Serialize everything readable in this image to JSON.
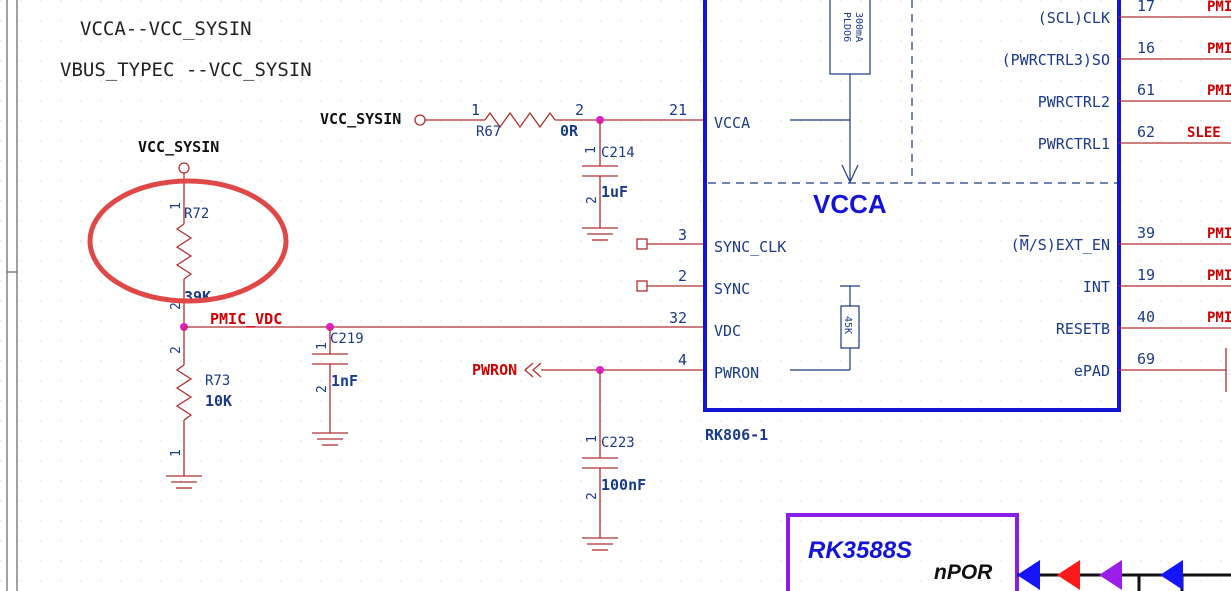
{
  "notes": {
    "line1": "VCCA--VCC_SYSIN",
    "line2": "VBUS_TYPEC --VCC_SYSIN"
  },
  "nets": {
    "vcc_sysin_left": "VCC_SYSIN",
    "vcc_sysin_top": "VCC_SYSIN",
    "pmic_vdc": "PMIC_VDC",
    "pwron": "PWRON"
  },
  "components": {
    "r67": {
      "ref": "R67",
      "value": "0R",
      "pin1": "1",
      "pin2": "2"
    },
    "r72": {
      "ref": "R72",
      "value": "39K",
      "pin1": "1",
      "pin2": "2"
    },
    "r73": {
      "ref": "R73",
      "value": "10K",
      "pin1": "1",
      "pin2": "2"
    },
    "c214": {
      "ref": "C214",
      "value": "1uF",
      "pin1": "1",
      "pin2": "2"
    },
    "c219": {
      "ref": "C219",
      "value": "1nF",
      "pin1": "1",
      "pin2": "2"
    },
    "c223": {
      "ref": "C223",
      "value": "100nF",
      "pin1": "1",
      "pin2": "2"
    }
  },
  "chip": {
    "name": "RK806-1",
    "block_label": "VCCA",
    "ldo_line1": "PLDO6",
    "ldo_line2": "300mA",
    "internal_resistor": "45K",
    "left_pins": [
      {
        "num": "21",
        "name": "VCCA"
      },
      {
        "num": "3",
        "name": "SYNC_CLK"
      },
      {
        "num": "2",
        "name": "SYNC"
      },
      {
        "num": "32",
        "name": "VDC"
      },
      {
        "num": "4",
        "name": "PWRON"
      }
    ],
    "right_pins": [
      {
        "num": "17",
        "name": "(SCL)CLK",
        "net": "PMI"
      },
      {
        "num": "16",
        "name": "(PWRCTRL3)SO",
        "net": "PMI"
      },
      {
        "num": "61",
        "name": "PWRCTRL2",
        "net": "PMI"
      },
      {
        "num": "62",
        "name": "PWRCTRL1",
        "net": "SLEE"
      },
      {
        "num": "39",
        "name_overbar": "M",
        "name_pre": "(",
        "name_post": "/S)EXT_EN",
        "net": "PMI"
      },
      {
        "num": "19",
        "name": "INT",
        "net": "PMI"
      },
      {
        "num": "40",
        "name": "RESETB",
        "net": "PMI"
      },
      {
        "num": "69",
        "name": "ePAD",
        "net": ""
      }
    ]
  },
  "rk3588": {
    "title": "RK3588S",
    "signal": "nPOR"
  },
  "colors": {
    "wire": "#b03030",
    "chip_border": "#1414d8",
    "label_blue": "#1a3a8a",
    "net_red": "#d00000",
    "highlight_circle": "#e04848",
    "rk_border": "#8a1ee8",
    "dot": "#e020c8"
  }
}
